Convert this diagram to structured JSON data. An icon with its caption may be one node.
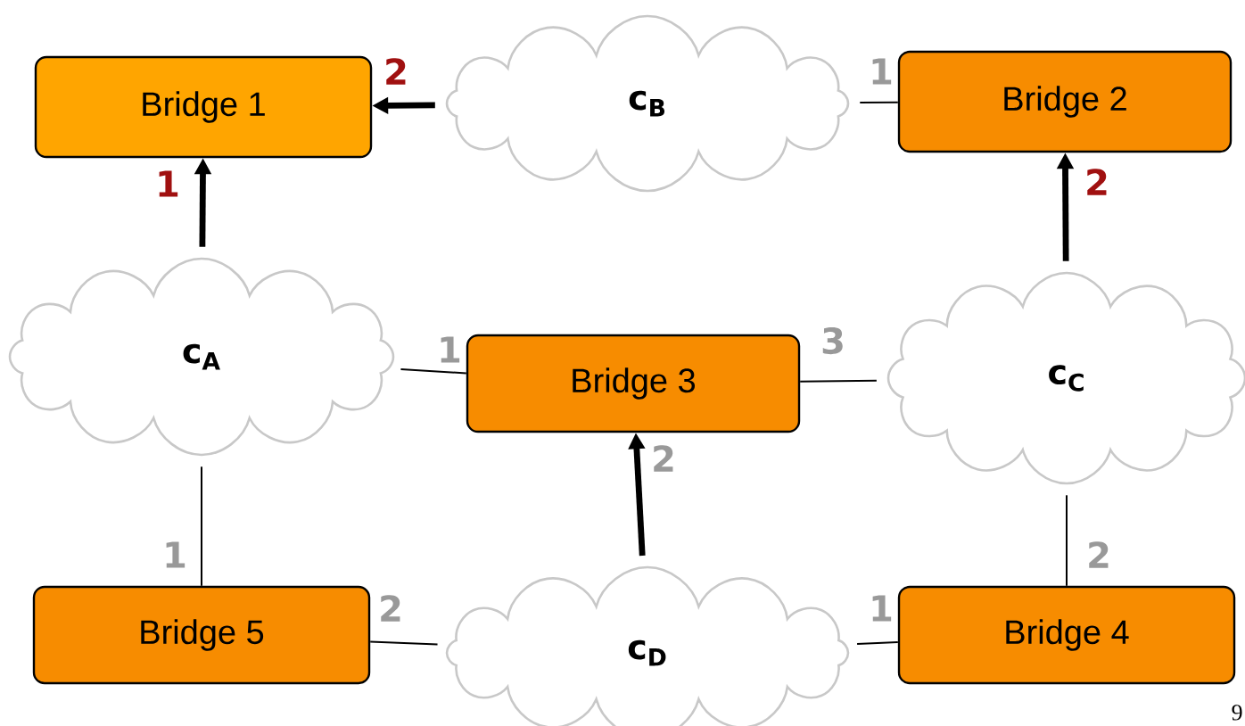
{
  "diagram": {
    "nodes": [
      {
        "text": [
          "Bridge 1"
        ]
      },
      {
        "text": [
          "c$_{B}$"
        ]
      },
      {
        "text": [
          "Bridge 2"
        ]
      },
      {
        "text": [
          "c$_{A}$"
        ]
      },
      {
        "text": [
          "Bridge 3"
        ]
      },
      {
        "text": [
          "c$_{C}$"
        ]
      },
      {
        "text": [
          "Bridge 5"
        ]
      },
      {
        "text": [
          "c$_{D}$"
        ]
      },
      {
        "text": [
          "Bridge 4"
        ]
      }
    ],
    "edges": [
      {
        "from": 1,
        "to": 0,
        "arrow": "to",
        "label": "2",
        "style": "thick"
      },
      {
        "from": 2,
        "to": 1,
        "arrow": "none",
        "label": "1"
      },
      {
        "from": 3,
        "to": 0,
        "arrow": "to",
        "label": "1",
        "style": "thick"
      },
      {
        "from": 5,
        "to": 2,
        "arrow": "to",
        "label": "2",
        "style": "thick"
      },
      {
        "from": 3,
        "to": 4,
        "arrow": "none",
        "label": "1"
      },
      {
        "from": 4,
        "to": 5,
        "arrow": "none",
        "label": "3"
      },
      {
        "from": 7,
        "to": 4,
        "arrow": "to",
        "label": "2",
        "style": "thick"
      },
      {
        "from": 6,
        "to": 3,
        "arrow": "none",
        "label": "1"
      },
      {
        "from": 6,
        "to": 7,
        "arrow": "none",
        "label": "2"
      },
      {
        "from": 8,
        "to": 7,
        "arrow": "none",
        "label": "1"
      },
      {
        "from": 8,
        "to": 5,
        "arrow": "none",
        "label": "2"
      }
    ],
    "labels": [
      "9"
    ]
  }
}
